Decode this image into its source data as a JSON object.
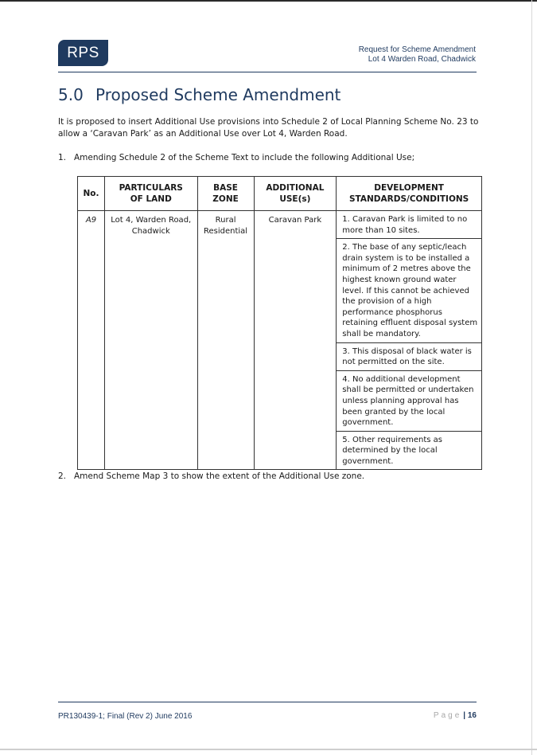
{
  "header": {
    "logo_text": "RPS",
    "title_line1": "Request for Scheme Amendment",
    "title_line2": "Lot 4 Warden Road, Chadwick"
  },
  "section": {
    "number": "5.0",
    "title": "Proposed Scheme Amendment",
    "intro": "It is proposed to insert Additional Use provisions into Schedule 2 of Local Planning Scheme No. 23 to allow a ‘Caravan Park’ as an Additional Use over Lot 4, Warden Road."
  },
  "items": [
    {
      "number": "1.",
      "text": "Amending Schedule 2 of the Scheme Text to include the following Additional Use;"
    },
    {
      "number": "2.",
      "text": "Amend Scheme Map 3 to show the extent of the Additional Use zone."
    }
  ],
  "table": {
    "headers": {
      "no": "No.",
      "particulars_1": "PARTICULARS",
      "particulars_2": "OF LAND",
      "base_1": "BASE",
      "base_2": "ZONE",
      "additional_1": "ADDITIONAL",
      "additional_2": "USE(s)",
      "development_1": "DEVELOPMENT",
      "development_2": "STANDARDS/CONDITIONS"
    },
    "row": {
      "no": "A9",
      "particulars": "Lot 4, Warden Road, Chadwick",
      "base_zone": "Rural Residential",
      "additional_use": "Caravan Park",
      "conditions": [
        "1. Caravan Park is limited to no more than 10 sites.",
        "2. The base of any septic/leach drain system is to be installed a minimum of 2 metres above the highest known ground water level. If this cannot be achieved the provision of a high performance phosphorus retaining effluent disposal system shall be mandatory.",
        "3. This disposal of black water is not permitted on the site.",
        "4. No additional development shall be permitted or undertaken unless planning approval has been granted by the local government.",
        "5. Other requirements as determined by the local government."
      ]
    }
  },
  "footer": {
    "reference": "PR130439-1; Final (Rev 2) June 2016",
    "page_word": "Page",
    "page_separator": "|",
    "page_number": "16"
  },
  "colors": {
    "brand_navy": "#1f3a5f",
    "text": "#1a1a1a",
    "page_word_grey": "#a8a8a8"
  }
}
